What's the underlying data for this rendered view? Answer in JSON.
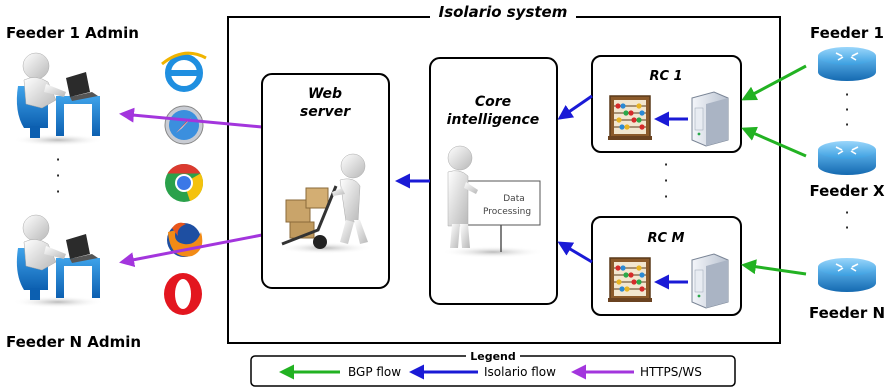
{
  "system": {
    "title": "Isolario system"
  },
  "admins": {
    "top": "Feeder 1 Admin",
    "bottom": "Feeder N Admin"
  },
  "web_server": {
    "line1": "Web",
    "line2": "server"
  },
  "core": {
    "line1": "Core",
    "line2": "intelligence",
    "board_line1": "Data",
    "board_line2": "Processing"
  },
  "collectors": [
    {
      "label": "RC 1"
    },
    {
      "label": "RC M"
    }
  ],
  "feeders": [
    {
      "label": "Feeder 1"
    },
    {
      "label": "Feeder X"
    },
    {
      "label": "Feeder N"
    }
  ],
  "legend": {
    "title": "Legend",
    "items": [
      {
        "label": "BGP flow",
        "color": "#22b222"
      },
      {
        "label": "Isolario flow",
        "color": "#1a1ad6"
      },
      {
        "label": "HTTPS/WS",
        "color": "#a335dd"
      }
    ]
  },
  "browsers": [
    "internet-explorer-icon",
    "safari-icon",
    "chrome-icon",
    "firefox-icon",
    "opera-icon"
  ],
  "colors": {
    "bgp": "#22b222",
    "isolario": "#1a1ad6",
    "https": "#a335dd",
    "router": "#1e82c8",
    "user": "#1a7fd0"
  }
}
